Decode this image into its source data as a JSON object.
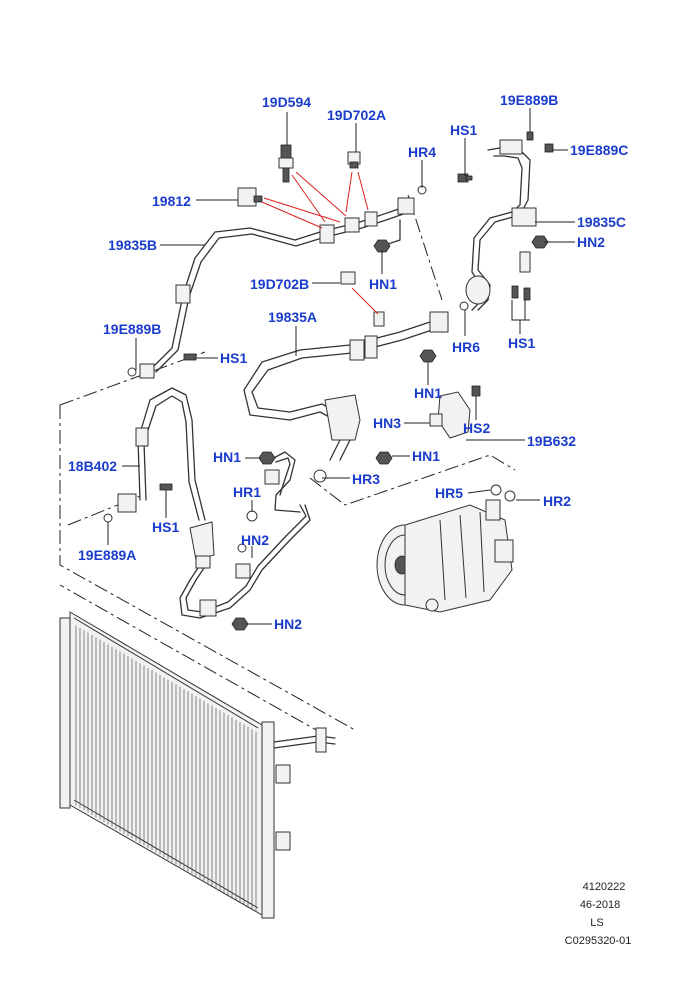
{
  "callouts": {
    "c_19d594": "19D594",
    "c_19d702a": "19D702A",
    "c_19e889b_top": "19E889B",
    "c_hs1_top": "HS1",
    "c_19e889c": "19E889C",
    "c_hr4": "HR4",
    "c_19812": "19812",
    "c_19835c": "19835C",
    "c_hn2_right": "HN2",
    "c_19835b": "19835B",
    "c_hn1_top": "HN1",
    "c_19d702b": "19D702B",
    "c_19835a": "19835A",
    "c_hr6": "HR6",
    "c_hs1_right": "HS1",
    "c_19e889b_left": "19E889B",
    "c_hs1_left": "HS1",
    "c_hn1_mid": "HN1",
    "c_hn3": "HN3",
    "c_hs2": "HS2",
    "c_19b632": "19B632",
    "c_18b402": "18B402",
    "c_hn1_left": "HN1",
    "c_hn1_right": "HN1",
    "c_hr3": "HR3",
    "c_hr1": "HR1",
    "c_hr5": "HR5",
    "c_hr2": "HR2",
    "c_hs1_bottom": "HS1",
    "c_hn2_mid": "HN2",
    "c_19e889a": "19E889A",
    "c_hn2_bottom": "HN2"
  },
  "footer": {
    "line1": "4120222",
    "line2": "46-2018",
    "line3": "LS",
    "line4": "C0295320-01"
  },
  "colors": {
    "callout": "#1a3ccc",
    "lead_red": "#e02020",
    "line": "#333333"
  }
}
